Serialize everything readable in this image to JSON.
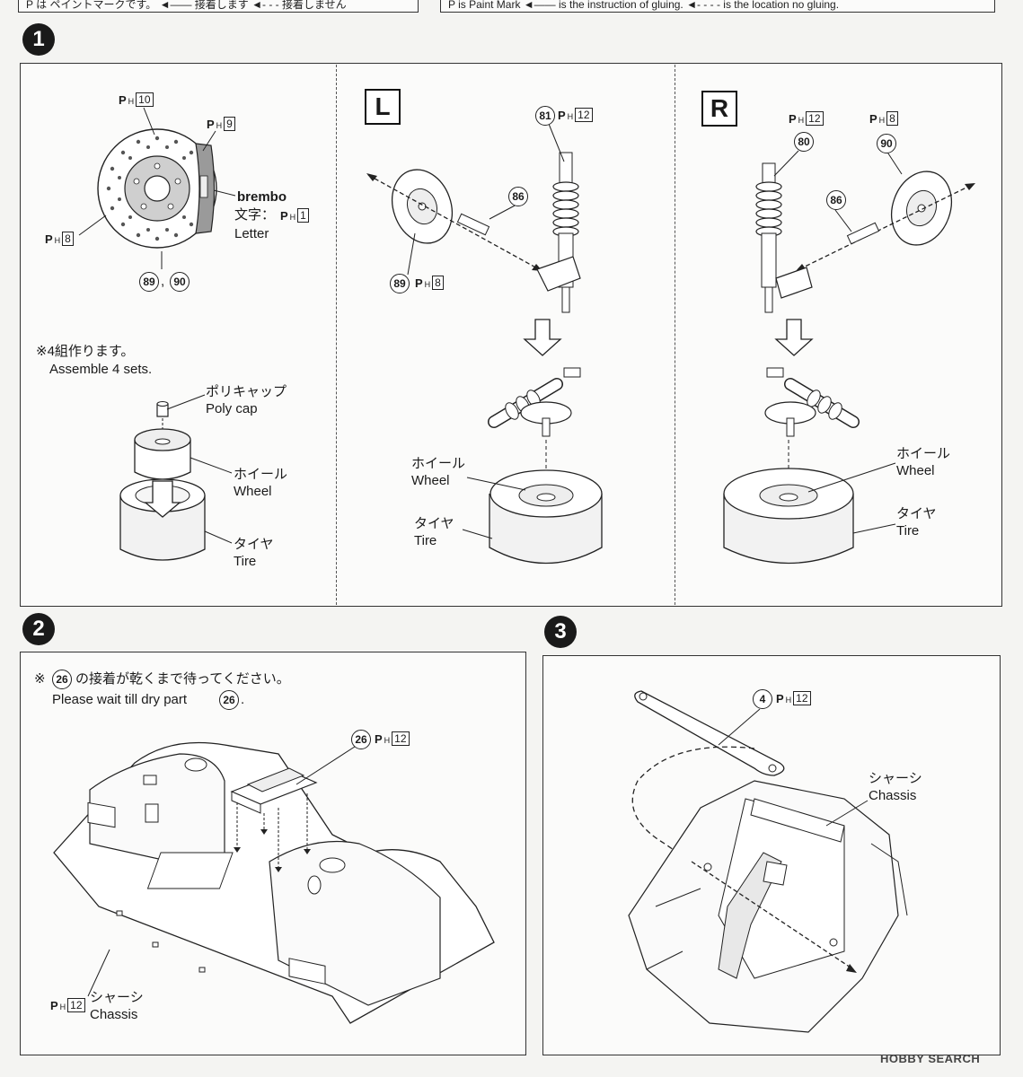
{
  "header": {
    "left_text": "P は ペイントマークです。 ◄—— 接着します ◄- - - 接着しません",
    "right_text": "P is Paint Mark ◄—— is the instruction of gluing. ◄- - - - is the location no gluing."
  },
  "steps": {
    "step1": "1",
    "step2": "2",
    "step3": "3"
  },
  "paint_prefix": "P",
  "paint_sub": "H",
  "step1": {
    "disc": {
      "paint_10": "10",
      "paint_9": "9",
      "paint_8": "8",
      "brembo": "brembo",
      "letter_jp": "文字：",
      "paint_1": "1",
      "letter_en": "Letter",
      "part_89": "89",
      "part_90": "90",
      "comma": ","
    },
    "note_jp": "※4組作ります。",
    "note_en": "Assemble 4 sets.",
    "polycap_jp": "ポリキャップ",
    "polycap_en": "Poly cap",
    "wheel_jp": "ホイール",
    "wheel_en": "Wheel",
    "tire_jp": "タイヤ",
    "tire_en": "Tire",
    "left": {
      "side": "L",
      "part_81": "81",
      "paint_12": "12",
      "part_86": "86",
      "part_89": "89",
      "paint_8": "8",
      "wheel_jp": "ホイール",
      "wheel_en": "Wheel",
      "tire_jp": "タイヤ",
      "tire_en": "Tire"
    },
    "right": {
      "side": "R",
      "paint_12": "12",
      "part_80": "80",
      "paint_8": "8",
      "part_90": "90",
      "part_86": "86",
      "wheel_jp": "ホイール",
      "wheel_en": "Wheel",
      "tire_jp": "タイヤ",
      "tire_en": "Tire"
    }
  },
  "step2": {
    "note_jp_pre": "※",
    "part_26": "26",
    "note_jp_post": "の接着が乾くまで待ってください。",
    "note_en_pre": "Please wait till dry part",
    "note_en_post": ".",
    "paint_12": "12",
    "chassis_jp": "シャーシ",
    "chassis_en": "Chassis"
  },
  "step3": {
    "part_4": "4",
    "paint_12": "12",
    "chassis_jp": "シャーシ",
    "chassis_en": "Chassis"
  },
  "watermark": "HOBBY SEARCH"
}
